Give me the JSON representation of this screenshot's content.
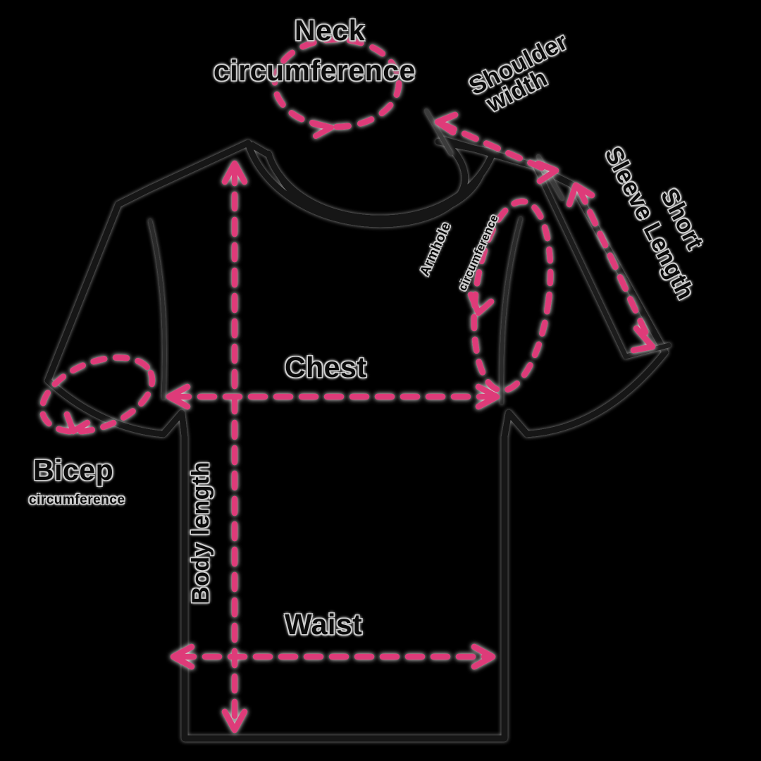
{
  "diagram": {
    "title": "T-shirt measurement guide",
    "garment": "short-sleeve t-shirt",
    "accent_color": "#de3b79",
    "outline_color": "#141414",
    "background_color": "#000000",
    "label_color": "#0b0b0b",
    "label_halo_color": "#cfcfcf"
  },
  "labels": {
    "neck_line1": "Neck",
    "neck_line2": "circumference",
    "shoulder_line1": "Shoulder",
    "shoulder_line2": "width",
    "sleeve_line1": "Sleeve Length",
    "sleeve_line2": "Short",
    "armhole_line1": "Armhole",
    "armhole_line2": "circumference",
    "chest": "Chest",
    "bicep_line1": "Bicep",
    "bicep_line2": "circumference",
    "body_length": "Body length",
    "waist": "Waist"
  },
  "measurements": [
    {
      "id": "neck-circumference",
      "name": "Neck circumference",
      "marker": "dashed-ellipse",
      "arrow": "single"
    },
    {
      "id": "shoulder-width",
      "name": "Shoulder width",
      "marker": "dashed-line",
      "arrow": "double"
    },
    {
      "id": "sleeve-length-short",
      "name": "Sleeve Length Short",
      "marker": "dashed-line",
      "arrow": "double"
    },
    {
      "id": "armhole-circumference",
      "name": "Armhole circumference",
      "marker": "dashed-ellipse",
      "arrow": "single"
    },
    {
      "id": "chest",
      "name": "Chest",
      "marker": "dashed-line",
      "arrow": "double"
    },
    {
      "id": "bicep-circumference",
      "name": "Bicep circumference",
      "marker": "dashed-ellipse",
      "arrow": "single"
    },
    {
      "id": "body-length",
      "name": "Body length",
      "marker": "dashed-line",
      "arrow": "double"
    },
    {
      "id": "waist",
      "name": "Waist",
      "marker": "dashed-line",
      "arrow": "double"
    }
  ]
}
